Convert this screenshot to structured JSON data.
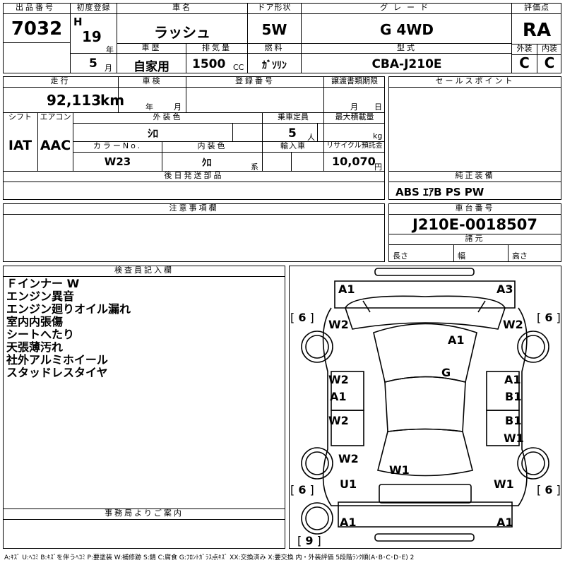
{
  "header": {
    "lot_label": "出品番号",
    "lot_value": "7032",
    "first_reg_label": "初度登録",
    "era": "H",
    "year": "19",
    "year_unit": "年",
    "month": "5",
    "month_unit": "月",
    "car_name_label": "車名",
    "car_name": "ラッシュ",
    "door_label": "ドア形状",
    "door": "5W",
    "grade_label": "グレード",
    "grade": "G 4WD",
    "score_label": "評価点",
    "score": "RA",
    "history_label": "車歴",
    "history": "自家用",
    "displacement_label": "排気量",
    "displacement": "1500",
    "displacement_unit": "CC",
    "fuel_label": "燃料",
    "fuel": "ｶﾞｿﾘﾝ",
    "model_label": "型式",
    "model": "CBA-J210E",
    "exterior_label": "外装",
    "exterior": "C",
    "interior_label": "内装",
    "interior": "C"
  },
  "specs": {
    "mileage_label": "走行",
    "mileage": "92,113",
    "mileage_unit": "km",
    "inspection_label": "車検",
    "inspection_year": "年",
    "inspection_month": "月",
    "reg_label": "登録番号",
    "transfer_label": "譲渡書類期限",
    "transfer_month": "月",
    "transfer_day": "日",
    "shift_label": "シフト",
    "shift": "IAT",
    "ac_label": "エアコン",
    "ac": "AAC",
    "ext_color_label": "外装色",
    "ext_color": "ｼﾛ",
    "color_no_label": "カラーNo.",
    "color_no": "W23",
    "int_color_label": "内装色",
    "int_color": "ｸﾛ",
    "int_color_unit": "系",
    "capacity_label": "乗車定員",
    "capacity": "5",
    "capacity_unit": "人",
    "max_load_label": "最大積載量",
    "max_load_unit": "kg",
    "import_label": "輸入車",
    "recycle_label": "リサイクル預託金",
    "recycle": "10,070",
    "recycle_unit": "円",
    "later_parts_label": "後日発送部品"
  },
  "sales_points_label": "セールスポイント",
  "equipment_label": "純正装備",
  "equipment": "ABS ｴｱB PS PW",
  "caution_label": "注意事項欄",
  "chassis_label": "車台番号",
  "chassis": "J210E-0018507",
  "specs_label": "諸元",
  "length_label": "長さ",
  "width_label": "幅",
  "height_label": "高さ",
  "inspector_label": "検査員記入欄",
  "inspector_notes": [
    "Ｆインナー W",
    "エンジン異音",
    "エンジン廻りオイル漏れ",
    "室内内張傷",
    "シートへたり",
    "天張薄汚れ",
    "社外アルミホイール",
    "スタッドレスタイヤ"
  ],
  "office_label": "事務局よりご案内",
  "diagram": {
    "marks": [
      "A1",
      "A3",
      "W2",
      "W2",
      "A1",
      "G",
      "W2",
      "A1",
      "A1",
      "B1",
      "W2",
      "B1",
      "W1",
      "W2",
      "W1",
      "U1",
      "W1",
      "A1",
      "A1"
    ],
    "tread_marks": [
      "6",
      "6",
      "6",
      "6",
      "9"
    ]
  },
  "legend": "A:ｷｽﾞ  U:ﾍｺﾐ  B:ｷｽﾞを伴うﾍｺﾐ  P:要塗装  W:補修跡  S:錆  C:腐食  G:ﾌﾛﾝﾄｶﾞﾗｽ点ｷｽﾞ  XX:交換済み  X:要交換   内・外装評価  5段階ﾗﾝｸ順(A･B･C･D･E) 2"
}
